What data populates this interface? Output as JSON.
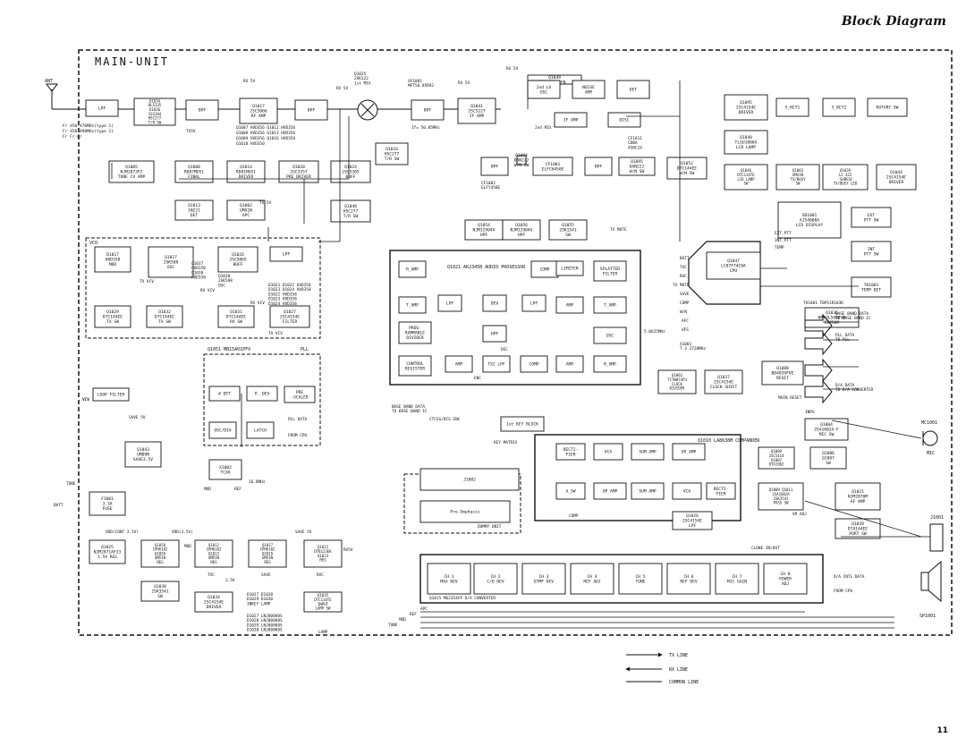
{
  "page": {
    "title": "Block Diagram",
    "number": "11"
  },
  "unit_title": "MAIN-UNIT",
  "blocks": [
    {
      "id": "lpf_ant",
      "lines": [
        "LPF"
      ]
    },
    {
      "id": "q1034",
      "lines": [
        "Q1034",
        "RLS135",
        "D1036",
        "1SS184",
        "HSC277",
        "T/R SW"
      ]
    },
    {
      "id": "bpf1",
      "lines": [
        "BPF"
      ]
    },
    {
      "id": "q1017",
      "lines": [
        "Q1017",
        "2SC5066",
        "RF AMP"
      ]
    },
    {
      "id": "bpf2",
      "lines": [
        "BPF"
      ]
    },
    {
      "id": "mix1",
      "lines": []
    },
    {
      "id": "bpf3",
      "lines": [
        "BPF"
      ]
    },
    {
      "id": "q1041",
      "lines": [
        "Q1041",
        "2SC5227",
        "IF AMP"
      ]
    },
    {
      "id": "q1049",
      "lines": [
        "Q1049",
        "TA31136FN"
      ]
    },
    {
      "id": "osc2",
      "lines": [
        "2nd LO",
        "OSC"
      ]
    },
    {
      "id": "noise",
      "lines": [
        "NOISE",
        "AMP"
      ]
    },
    {
      "id": "det",
      "lines": [
        "DET"
      ]
    },
    {
      "id": "ifamp",
      "lines": [
        "IF AMP"
      ]
    },
    {
      "id": "disc",
      "lines": [
        "DISC"
      ]
    },
    {
      "id": "q1005",
      "lines": [
        "Q1005",
        "NJM2073F2",
        "TUNE CV AMP"
      ]
    },
    {
      "id": "q1008",
      "lines": [
        "Q1008",
        "RD07MUS1",
        "FINAL"
      ]
    },
    {
      "id": "q1014",
      "lines": [
        "Q1014",
        "RD01MUS1",
        "DRIVER"
      ]
    },
    {
      "id": "q1020",
      "lines": [
        "Q1020",
        "2SC3357",
        "PRE DRIVER"
      ]
    },
    {
      "id": "q1024",
      "lines": [
        "Q1024",
        "2SC5305",
        "BUFF"
      ]
    },
    {
      "id": "q1016",
      "lines": [
        "Q1016",
        "HSC277",
        "T/R SW"
      ]
    },
    {
      "id": "q1013",
      "lines": [
        "Q1013",
        "1N221",
        "DET"
      ]
    },
    {
      "id": "q1002",
      "lines": [
        "Q1002",
        "UMX1N",
        "APC"
      ]
    },
    {
      "id": "q1048",
      "lines": [
        "Q1048",
        "HSC277",
        "T/R SW"
      ]
    },
    {
      "id": "d1017",
      "lines": [
        "D1017",
        "HVD358",
        "MOD"
      ]
    },
    {
      "id": "q1027",
      "lines": [
        "Q1027",
        "2SK508",
        "OSC"
      ]
    },
    {
      "id": "q1026",
      "lines": [
        "Q1026",
        "2SC5065",
        "BUFF"
      ]
    },
    {
      "id": "lpf_vco",
      "lines": [
        "LPF"
      ]
    },
    {
      "id": "q1029",
      "lines": [
        "Q1029",
        "DTC144EE",
        "TX SW"
      ]
    },
    {
      "id": "q1032",
      "lines": [
        "Q1032",
        "DTC144EE",
        "TX SW"
      ]
    },
    {
      "id": "q1031",
      "lines": [
        "Q1031",
        "DTC144EE",
        "RX SW"
      ]
    },
    {
      "id": "q1027b",
      "lines": [
        "Q1027",
        "2SC4154E",
        "FILTER"
      ]
    },
    {
      "id": "loop",
      "lines": [
        "LOOP FILTER"
      ]
    },
    {
      "id": "phdet",
      "lines": [
        "# DET"
      ]
    },
    {
      "id": "pdev",
      "lines": [
        "P. DEV"
      ]
    },
    {
      "id": "pre",
      "lines": [
        "PRE",
        "-SCALER"
      ]
    },
    {
      "id": "osc_div",
      "lines": [
        "OSC/DIV"
      ]
    },
    {
      "id": "latch",
      "lines": [
        "LATCH"
      ]
    },
    {
      "id": "q1043",
      "lines": [
        "Q1043",
        "UMD9N",
        "SAVE3.5V"
      ]
    },
    {
      "id": "x1002",
      "lines": [
        "X1002",
        "TCXO"
      ]
    },
    {
      "id": "q1054",
      "lines": [
        "Q1054",
        "NJM12904V",
        "HPF"
      ]
    },
    {
      "id": "q1056",
      "lines": [
        "Q1056",
        "NJM12904V",
        "HPF"
      ]
    },
    {
      "id": "q1055",
      "lines": [
        "Q1055",
        "2SK1541",
        "SW"
      ]
    },
    {
      "id": "ramp",
      "lines": [
        "R_AMP"
      ]
    },
    {
      "id": "comp",
      "lines": [
        "COMP"
      ]
    },
    {
      "id": "tamp",
      "lines": [
        "T_AMP"
      ]
    },
    {
      "id": "lpf_a",
      "lines": [
        "LPF"
      ]
    },
    {
      "id": "dev",
      "lines": [
        "DEV"
      ]
    },
    {
      "id": "lpf_b",
      "lines": [
        "LPF"
      ]
    },
    {
      "id": "prog",
      "lines": [
        "PROG-",
        "RAMMABLE",
        "DIVIDER"
      ]
    },
    {
      "id": "hpf",
      "lines": [
        "HPF"
      ]
    },
    {
      "id": "limiter",
      "lines": [
        "LIMITER"
      ]
    },
    {
      "id": "splatter",
      "lines": [
        "SPLATTER",
        "FILTER"
      ]
    },
    {
      "id": "amp_r",
      "lines": [
        "AMP"
      ]
    },
    {
      "id": "tamp2",
      "lines": [
        "T_AMP"
      ]
    },
    {
      "id": "osc_a",
      "lines": [
        "OSC"
      ]
    },
    {
      "id": "ctrl",
      "lines": [
        "CONTROL",
        "REGISTER"
      ]
    },
    {
      "id": "amp_a",
      "lines": [
        "AMP"
      ]
    },
    {
      "id": "tx2lpf",
      "lines": [
        "TX2 LPF"
      ]
    },
    {
      "id": "comp2",
      "lines": [
        "COMP"
      ]
    },
    {
      "id": "amp_b",
      "lines": [
        "AMP"
      ]
    },
    {
      "id": "ramp2",
      "lines": [
        "R_AMP"
      ]
    },
    {
      "id": "cpu",
      "lines": [
        "Q1047",
        "LC87F74C8A",
        "CPU"
      ]
    },
    {
      "id": "q1095",
      "lines": [
        "Q1095",
        "2SC4154E",
        "DRIVER"
      ]
    },
    {
      "id": "skey1",
      "lines": [
        "S_KEY1"
      ]
    },
    {
      "id": "skey2",
      "lines": [
        "S_KEY2"
      ]
    },
    {
      "id": "rotary",
      "lines": [
        "ROTARY SW"
      ]
    },
    {
      "id": "q1040",
      "lines": [
        "Q1040",
        "TLGU1008A",
        "LCD LAMP"
      ]
    },
    {
      "id": "q1046",
      "lines": [
        "Q1046",
        "DTC114TE",
        "LCD LAMP",
        "SW"
      ]
    },
    {
      "id": "q1063",
      "lines": [
        "Q1063",
        "UMX1N",
        "TX/BUSY",
        "SW"
      ]
    },
    {
      "id": "q1039",
      "lines": [
        "Q1039",
        "L2-322",
        "-SURESC",
        "TX/BUSY LED"
      ]
    },
    {
      "id": "q1044",
      "lines": [
        "Q1044",
        "2SC4154E",
        "DRIVER"
      ]
    },
    {
      "id": "lcd",
      "lines": [
        "SD1001",
        "A154008A",
        "LCD DISPLAY"
      ]
    },
    {
      "id": "ext",
      "lines": [
        "EXT",
        "PTT SW"
      ]
    },
    {
      "id": "int",
      "lines": [
        "INT",
        "PTT SW"
      ]
    },
    {
      "id": "th1001",
      "lines": [
        "TH1001",
        "TEMP DET"
      ]
    },
    {
      "id": "q1036",
      "lines": [
        "Q1036",
        "BR93L56RFVM",
        "EEPROM"
      ]
    },
    {
      "id": "q1062",
      "lines": [
        "Q1062",
        "TC7WH74FU",
        "CLOCK",
        "DIVIDER"
      ]
    },
    {
      "id": "q1037",
      "lines": [
        "Q1037",
        "2SC4154E",
        "CLOCK SHIFT"
      ]
    },
    {
      "id": "q1088",
      "lines": [
        "Q1088",
        "BD4839FVE",
        "RESET"
      ]
    },
    {
      "id": "q1004",
      "lines": [
        "Q1004",
        "2SA1602A-F",
        "MIC SW"
      ]
    },
    {
      "id": "rectA",
      "lines": [
        "RECTI-",
        "FIER"
      ]
    },
    {
      "id": "vcaA",
      "lines": [
        "VCA"
      ]
    },
    {
      "id": "sumA",
      "lines": [
        "SUM AMP"
      ]
    },
    {
      "id": "opA",
      "lines": [
        "OP_AMP"
      ]
    },
    {
      "id": "asw",
      "lines": [
        "A_SW"
      ]
    },
    {
      "id": "opB",
      "lines": [
        "OP_AMP"
      ]
    },
    {
      "id": "sumB",
      "lines": [
        "SUM AMP"
      ]
    },
    {
      "id": "vcaB",
      "lines": [
        "VCA"
      ]
    },
    {
      "id": "rectB",
      "lines": [
        "RECTI-",
        "FIER"
      ]
    },
    {
      "id": "q1026b",
      "lines": [
        "Q1026",
        "2SC4154E",
        "LPF"
      ]
    },
    {
      "id": "j1002",
      "lines": [
        "J1002"
      ]
    },
    {
      "id": "preemph",
      "lines": [
        "Pre-Emphasis"
      ]
    },
    {
      "id": "q1009",
      "lines": [
        "Q1009",
        "2SC5414",
        "Q1007",
        "DTA1962"
      ]
    },
    {
      "id": "q1006",
      "lines": [
        "Q1006",
        "Q1007",
        "SW"
      ]
    },
    {
      "id": "q1010",
      "lines": [
        "Q1009 Q1011",
        "2SA1602A",
        "2SK3541",
        "PASS SW"
      ]
    },
    {
      "id": "q1015",
      "lines": [
        "Q1015",
        "NJM2070M",
        "AF AMP"
      ]
    },
    {
      "id": "q1030b",
      "lines": [
        "Q1039",
        "DTA144EE",
        "PORT SW"
      ]
    },
    {
      "id": "f1001",
      "lines": [
        "F1001",
        "3.3A",
        "FUSE"
      ]
    },
    {
      "id": "q1025",
      "lines": [
        "Q1025",
        "NJM2871AF33",
        "3.5V REG"
      ]
    },
    {
      "id": "q1058",
      "lines": [
        "Q1058",
        "CPH6102",
        "Q1059",
        "UMX1N",
        "REG"
      ]
    },
    {
      "id": "q1012",
      "lines": [
        "Q1012",
        "CPH6102",
        "Q1013",
        "UMX1N",
        "REG"
      ]
    },
    {
      "id": "q1017b",
      "lines": [
        "Q1017",
        "CPH6102",
        "Q1018",
        "UMX1N",
        "REG"
      ]
    },
    {
      "id": "q1022",
      "lines": [
        "Q1022",
        "DTB123EK",
        "Q1023",
        "REG"
      ]
    },
    {
      "id": "q1038",
      "lines": [
        "Q1038",
        "2SK3541",
        "SW"
      ]
    },
    {
      "id": "q1034b",
      "lines": [
        "Q1034",
        "2SC4154E",
        "DRIVER"
      ]
    },
    {
      "id": "q1035",
      "lines": [
        "Q1035",
        "DTC114TE",
        "INPUT",
        "LAMP SW"
      ]
    },
    {
      "id": "ch1",
      "lines": [
        "CH 1",
        "MAX DEV"
      ]
    },
    {
      "id": "ch2",
      "lines": [
        "CH 2",
        "C/D DEV"
      ]
    },
    {
      "id": "ch3",
      "lines": [
        "CH 3",
        "DTMF DEV"
      ]
    },
    {
      "id": "ch4",
      "lines": [
        "CH 4",
        "REF ADJ"
      ]
    },
    {
      "id": "ch5",
      "lines": [
        "CH 5",
        "TUNE"
      ]
    },
    {
      "id": "ch6",
      "lines": [
        "CH 6",
        "REF DEV"
      ]
    },
    {
      "id": "ch7",
      "lines": [
        "CH 7",
        "MIC GAIN"
      ]
    },
    {
      "id": "ch8",
      "lines": [
        "CH 8",
        "POWER",
        "ADJ"
      ]
    },
    {
      "id": "keyblk",
      "lines": [
        "1st KEY BLOCK"
      ]
    },
    {
      "id": "bpfA",
      "lines": [
        "BPF"
      ]
    },
    {
      "id": "cf1001",
      "lines": [
        "CF1001",
        "ELFCH450E"
      ]
    },
    {
      "id": "bpfB",
      "lines": [
        "BPF"
      ]
    },
    {
      "id": "q1094",
      "lines": [
        "Q1094",
        "DAN222",
        "W/N SW"
      ]
    },
    {
      "id": "q1095b",
      "lines": [
        "Q1095",
        "DAN222",
        "W/N SW"
      ]
    },
    {
      "id": "q1052",
      "lines": [
        "Q1052",
        "DTC144EE",
        "W/N SW"
      ]
    }
  ],
  "labels": {
    "ant": "ANT",
    "freq1": "Fr 450-470MHz(type 1)",
    "freq2": "Fr 450-490MHz(type 2)",
    "freq3": "Fr Fr-Fr",
    "rx5v_a": "RX 5V",
    "rx5v_b": "RX 5V",
    "rx5v_c": "RX 5V",
    "rx5v_d": "RX 5V",
    "tx5v": "TX5V",
    "tx5v_b": "TX 5V",
    "q1025": "Q1025\n2SK322\n1st MIX",
    "xf1001": "XF1001\nMFT50.85R92",
    "if1": "If= 50.85MHz",
    "q1007": "Q1007 HVD356  Q1012 HVD356",
    "q1008": "Q1008 HVD356  Q1013 HVD356",
    "q1009": "Q1009 HVD356  Q1016 HVD356",
    "q1010": "Q1010 HVD350",
    "second_mix": "2nd MIX",
    "cf1002": "CF1002\nELFY450E",
    "cf1011": "CF1011\nCDBA\n450C24",
    "tune": "TUNE",
    "batt": "BATT",
    "vco": "VCO",
    "save": "SAVE 5V",
    "pll": "PLL",
    "q1051": "Q1051 MB15A01PFV",
    "pll_data": "PLL DATA",
    "from_cpu": "FROM CPU",
    "ref": "REF",
    "mod": "MOD",
    "mhz168": "16.8MHz",
    "vcv": "VCV",
    "ctcss": "CTCSS/DCS ENC",
    "base_band": "BASE BAND DATA\nTO BASE BAND IC",
    "audio_proc": "Q1021 AK2345B\nAUDIO PROSESSOR",
    "tx_mute": "TX MUTE",
    "dec": "DEC",
    "enc": "ENC",
    "key_matrix": "KEY MATRIX",
    "dummy": "DUMMY UNIT",
    "mhz": "5.0625MHz",
    "x1001": "X1001\nT-3.3728MHz",
    "main_reset": "MAIN RESET",
    "inps": "INPS",
    "compander": "Q1010 LA8638M\nCOMPANDER",
    "comp": "COMP",
    "vr_adj": "VR ADJ",
    "clone": "CLONE IN/OUT",
    "da_conv": "Q1015 M62354FP D/A CONVERTER",
    "da_cntl": "D/A CNTL DATA",
    "from_cpu2": "FROM CPU",
    "apc": "APC",
    "ref2": "REF",
    "mod2": "MOD",
    "tune2": "TUNE",
    "tx_line": "TX LINE",
    "rx_line": "RX LINE",
    "common_line": "COMMON LINE",
    "mc1001": "MC1001",
    "mic": "MIC",
    "j1001": "J1001",
    "sp1001": "SP1001",
    "base_band2": "BASE BAND DATA\nTO BASE BAND IC",
    "pll_data2": "PLL DATA\nTO PLL",
    "da_data": "D/A DATA\nTO D/A CONVERTER",
    "th_temp": "TH1001 TBPS1R103K",
    "ext_ptt": "EXT_PTT",
    "int_ptt": "INT_PTT",
    "temp": "TEMP",
    "leds": "D1027 LNJ808K8S\nD1028 LNJ808K8S\nD1029 LNJ808K8S\nD1030 LNJ808K8S",
    "d1027": "D1027 D1028\nD1029 D1030\nINKEY LAMP",
    "lamp": "LAMP",
    "rx35": "3.5V",
    "vdd": "VDD(CONT 3.5V)",
    "vdd2": "VDD(3.5V)",
    "save2": "SAVE 5V",
    "txc": "TXC",
    "rxc": "RXC",
    "save3": "SAVE",
    "rx5v_out": "RX5V",
    "mod_out": "MOD",
    "tx_vcv": "TX VCV",
    "rx_vcv": "RX VCV",
    "q1037": "Q1037\nHVD350\nD1038\nHVD350",
    "q1030": "Q1030\n2SK508\nOSC",
    "diodes": "D1021 D1022 HVD358\nD1023 D1024 HVD358\nD1022 HVD358\nD1023 HVD358\nD1024 HVD358",
    "rx_vcv2": "RX VCV",
    "tx_vcv2": "TX VCV",
    "vcv2": "VCV",
    "batt2": "BATT",
    "txc2": "TXC",
    "rxc2": "RXC",
    "tx_mute2": "TX MUTE",
    "save4": "SAVE",
    "comp3": "COMP",
    "wn": "W/N",
    "afc": "AFC",
    "ufs": "UFS"
  }
}
